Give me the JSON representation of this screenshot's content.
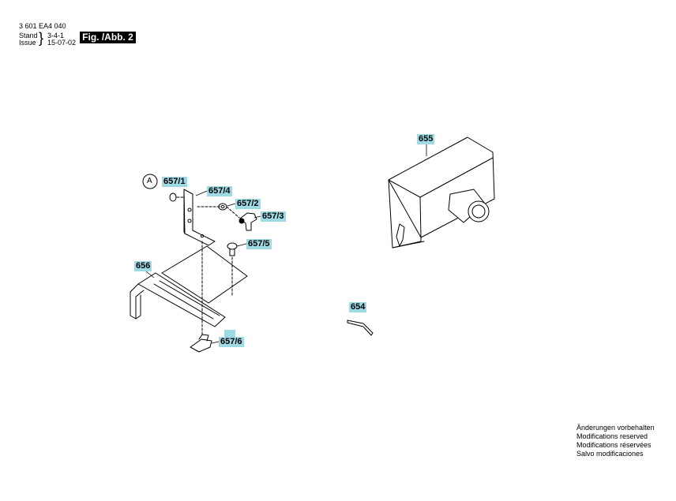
{
  "header": {
    "doc_number": "3 601 EA4 040",
    "stand_label": "Stand",
    "stand_value": "3-4-1",
    "issue_label": "Issue",
    "issue_value": "15-07-02",
    "figure_label": "Fig. /Abb. 2"
  },
  "callout": {
    "letter": "A"
  },
  "part_labels": {
    "p657_1": "657/1",
    "p657_4": "657/4",
    "p657_2": "657/2",
    "p657_3": "657/3",
    "p657_5": "657/5",
    "p656": "656",
    "p657_6": "657/6",
    "p655": "655",
    "p654": "654"
  },
  "notes": [
    "Änderungen vorbehalten",
    "Modifications reserved",
    "Modifications réservées",
    "Salvo modificaciones"
  ],
  "colors": {
    "label_highlight": "#9fd9e4",
    "figure_badge": "#000000"
  }
}
